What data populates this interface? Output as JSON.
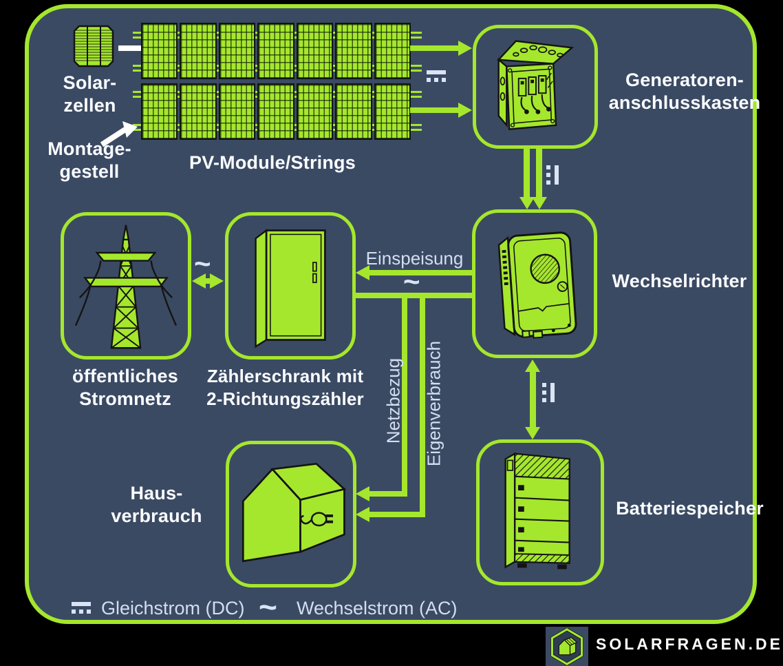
{
  "palette": {
    "background": "#000000",
    "frame_fill": "#3b4a63",
    "accent_green": "#a5e72d",
    "label_white": "#fafcff",
    "flow_text": "#d3deef",
    "line_art": "#141414"
  },
  "nodes": {
    "solar_cell": {
      "label_lines": [
        "Solar-",
        "zellen"
      ]
    },
    "mounting_frame": {
      "label_lines": [
        "Montage-",
        "gestell"
      ]
    },
    "pv_modules": {
      "label": "PV-Module/Strings"
    },
    "junction_box": {
      "label_lines": [
        "Generatoren-",
        "anschlusskasten"
      ]
    },
    "inverter": {
      "label": "Wechselrichter"
    },
    "battery_storage": {
      "label": "Batteriespeicher"
    },
    "public_grid": {
      "label_lines": [
        "öffentliches",
        "Stromnetz"
      ]
    },
    "meter_cabinet": {
      "label_lines": [
        "Zählerschrank mit",
        "2-Richtungszähler"
      ]
    },
    "house_consumption": {
      "label_lines": [
        "Haus-",
        "verbrauch"
      ]
    }
  },
  "flows": {
    "feed_in": "Einspeisung",
    "grid_draw": "Netzbezug",
    "self_consumption": "Eigenverbrauch"
  },
  "legend": {
    "dc_label": "Gleichstrom (DC)",
    "ac_label": "Wechselstrom (AC)"
  },
  "symbols": {
    "ac_tilde": "~"
  },
  "branding": {
    "site_name": "SOLARFRAGEN.DE"
  }
}
